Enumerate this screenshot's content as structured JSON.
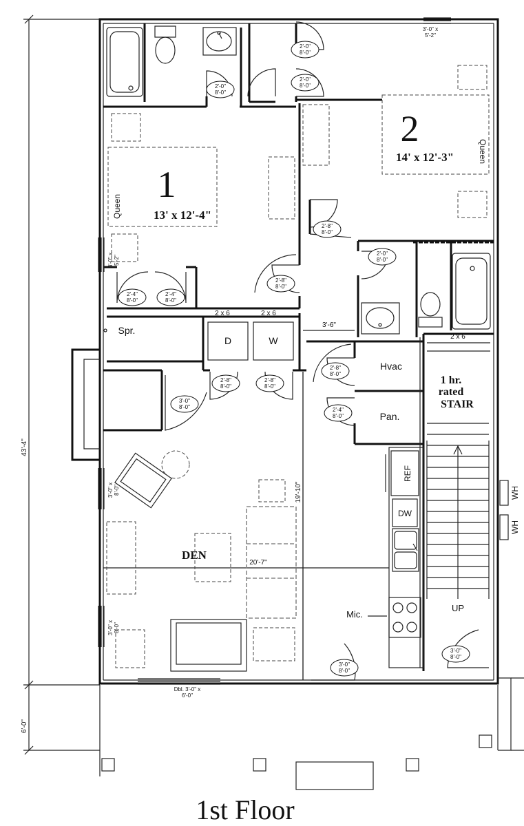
{
  "title": "1st Floor",
  "bedroom1": {
    "number": "1",
    "size": "13' x 12'-4\"",
    "bed": "Queen"
  },
  "bedroom2": {
    "number": "2",
    "size": "14' x 12'-3\"",
    "bed": "Queen"
  },
  "rooms": {
    "den": "DEN",
    "sprinkler": "Spr.",
    "dryer": "D",
    "washer": "W",
    "hvac": "Hvac",
    "panel": "Pan.",
    "microwave": "Mic.",
    "refrigerator": "REF",
    "dishwasher": "DW",
    "water_heater": "WH"
  },
  "stair": {
    "line1": "1 hr.",
    "line2": "rated",
    "line3": "STAIR",
    "up": "UP"
  },
  "dimensions": {
    "overall_depth": "43'-4\"",
    "porch_depth": "6'-0\"",
    "hall_width": "3'-6\"",
    "den_width": "20'-7\"",
    "den_depth": "19'-10\"",
    "stud_left": "2 x 6",
    "stud_mid": "2 x 6",
    "stud_right": "2 x 6"
  },
  "windows": {
    "bedroom2": [
      "3'-0\" x",
      "5'-2\""
    ],
    "bedroom1": [
      "3'-0\" x",
      "5'-2\""
    ],
    "den_upper": [
      "3'-0\" x",
      "8'-0\""
    ],
    "den_lower": [
      "3'-0\" x",
      "8'-0\""
    ],
    "front": [
      "Dbl. 3'-0\" x",
      "6'-0\""
    ]
  },
  "doors": {
    "bath1": [
      "2'-0\"",
      "8'-0\""
    ],
    "closet2a": [
      "2'-0\"",
      "8'-0\""
    ],
    "closet2b": [
      "2'-0\"",
      "8'-0\""
    ],
    "bed2_entry": [
      "2'-8\"",
      "8'-0\""
    ],
    "bed1_entry": [
      "2'-8\"",
      "8'-0\""
    ],
    "closet1a": [
      "2'-4\"",
      "8'-0\""
    ],
    "closet1b": [
      "2'-4\"",
      "8'-0\""
    ],
    "bath2": [
      "2'-0\"",
      "8'-0\""
    ],
    "hvac": [
      "2'-8\"",
      "8'-0\""
    ],
    "laundry_a": [
      "2'-8\"",
      "8'-0\""
    ],
    "laundry_b": [
      "2'-8\"",
      "8'-0\""
    ],
    "storage": [
      "3'-0\"",
      "8'-0\""
    ],
    "panel": [
      "2'-4\"",
      "8'-0\""
    ],
    "kitchen": [
      "3'-0\"",
      "8'-0\""
    ],
    "stair_door": [
      "3'-0\"",
      "8'-0\""
    ]
  }
}
